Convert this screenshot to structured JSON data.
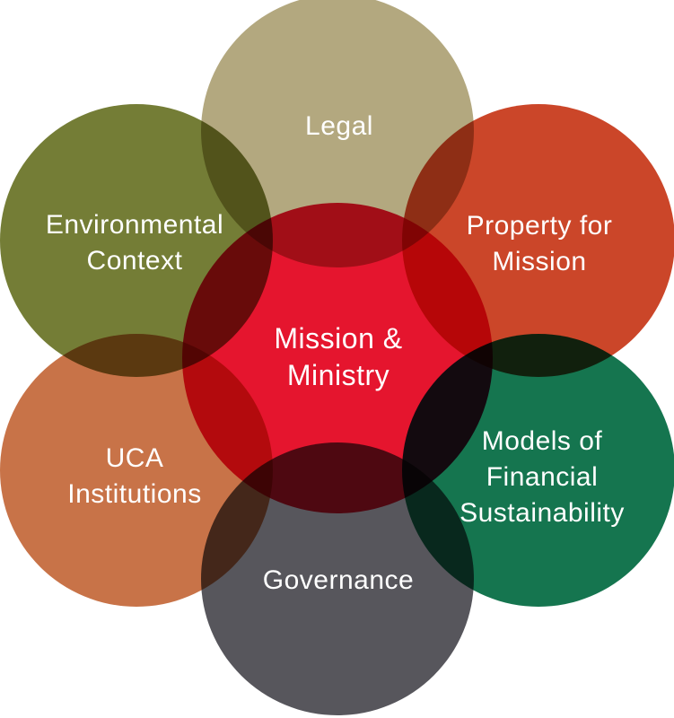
{
  "diagram": {
    "background_color": "#ffffff",
    "text_color": "#ffffff",
    "center": {
      "name": "mission-ministry",
      "color": "#e5152e",
      "lines": [
        "Mission &",
        "Ministry"
      ]
    },
    "petals": [
      {
        "name": "legal",
        "color": "#b3a87f",
        "lines": [
          "Legal"
        ]
      },
      {
        "name": "property-for-mission",
        "color": "#cb4629",
        "lines": [
          "Property for",
          "Mission"
        ]
      },
      {
        "name": "models-of-financial-sustainability",
        "color": "#15754f",
        "lines": [
          "Models of",
          "Financial",
          "Sustainability"
        ]
      },
      {
        "name": "governance",
        "color": "#57565c",
        "lines": [
          "Governance"
        ]
      },
      {
        "name": "uca-institutions",
        "color": "#c87348",
        "lines": [
          "UCA",
          "Institutions"
        ]
      },
      {
        "name": "environmental-context",
        "color": "#747d36",
        "lines": [
          "Environmental",
          "Context"
        ]
      }
    ]
  }
}
